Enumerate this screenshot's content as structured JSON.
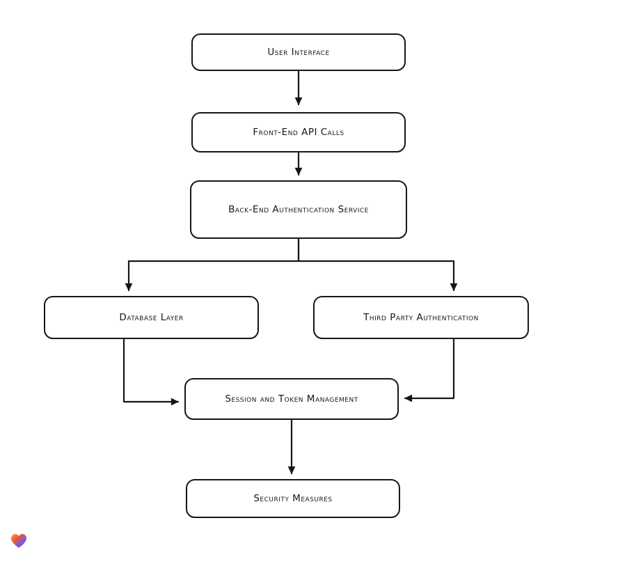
{
  "diagram": {
    "nodes": [
      {
        "id": "user-interface",
        "label": "User Interface"
      },
      {
        "id": "front-end-api-calls",
        "label": "Front-End API Calls"
      },
      {
        "id": "back-end-authentication-service",
        "label": "Back-End Authentication Service"
      },
      {
        "id": "database-layer",
        "label": "Database Layer"
      },
      {
        "id": "third-party-authentication",
        "label": "Third Party Authentication"
      },
      {
        "id": "session-and-token-management",
        "label": "Session and Token Management"
      },
      {
        "id": "security-measures",
        "label": "Security Measures"
      }
    ],
    "edges": [
      {
        "from": "user-interface",
        "to": "front-end-api-calls"
      },
      {
        "from": "front-end-api-calls",
        "to": "back-end-authentication-service"
      },
      {
        "from": "back-end-authentication-service",
        "to": "database-layer"
      },
      {
        "from": "back-end-authentication-service",
        "to": "third-party-authentication"
      },
      {
        "from": "database-layer",
        "to": "session-and-token-management"
      },
      {
        "from": "third-party-authentication",
        "to": "session-and-token-management"
      },
      {
        "from": "session-and-token-management",
        "to": "security-measures"
      }
    ],
    "colors": {
      "node_border": "#161616",
      "node_fill": "#ffffff",
      "edge": "#161616",
      "background": "#ffffff"
    },
    "logo": {
      "icon": "heart-logo",
      "colors": [
        "#f7b23b",
        "#ef5a36",
        "#7a55e0",
        "#3f8fe6"
      ]
    }
  }
}
